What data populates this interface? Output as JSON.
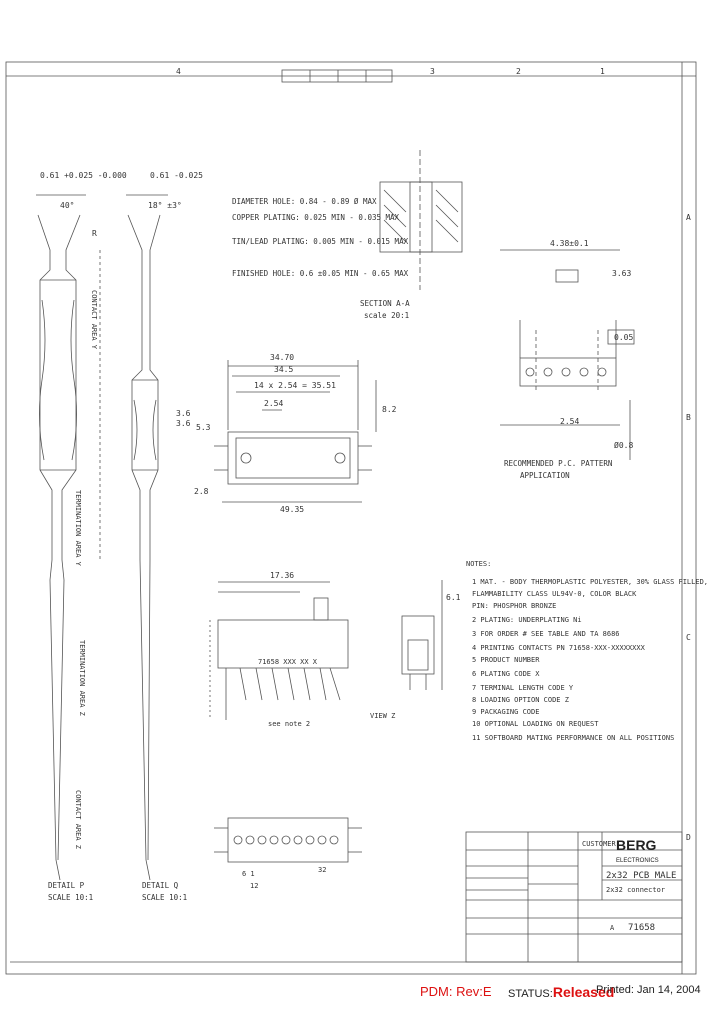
{
  "drawing": {
    "border_labels": {
      "top": [
        "4",
        "3",
        "2",
        "1"
      ],
      "right": [
        "A",
        "B",
        "C",
        "D"
      ]
    },
    "dims": {
      "d1": "0.61 +0.025 -0.000",
      "d2": "0.61 -0.025",
      "angle1": "40°",
      "angle2": "18° ±3°",
      "r": "R",
      "pitch1": "3.6",
      "pitch2": "3.6",
      "w1": "34.70",
      "w2": "34.5",
      "w3": "14 x 2.54 = 35.51",
      "w4": "2.54",
      "h1": "8.2",
      "h2": "5.3",
      "h3": "2.8",
      "w5": "49.35",
      "w6": "17.36",
      "h4": "6.1",
      "p1": "4.38±0.1",
      "p2": "3.63",
      "tol": "0.05",
      "p3": "2.54",
      "hole": "Ø0.8"
    },
    "section": {
      "title": "SECTION A-A",
      "scale": "scale 20:1"
    },
    "plating_notes": [
      "DIAMETER HOLE: 0.84 - 0.89 Ø MAX",
      "COPPER PLATING: 0.025 MIN - 0.035 MAX",
      "TIN/LEAD PLATING: 0.005 MIN - 0.015 MAX",
      "FINISHED HOLE: 0.6 ±0.05 MIN - 0.65 MAX"
    ],
    "pc_pattern": [
      "RECOMMENDED P.C. PATTERN",
      "APPLICATION"
    ],
    "areas": {
      "contact_area": "CONTACT AREA Z",
      "termination_area_z": "TERMINATION AREA Z",
      "termination_area_y": "TERMINATION AREA Y",
      "contact_area_y": "CONTACT AREA Y"
    },
    "details": {
      "p": [
        "DETAIL P",
        "SCALE 10:1"
      ],
      "q": [
        "DETAIL Q",
        "SCALE 10:1"
      ]
    },
    "notes_title": "NOTES:",
    "notes": [
      "1 MAT. - BODY THERMOPLASTIC POLYESTER, 30% GLASS FILLED,",
      "   FLAMMABILITY CLASS UL94V-0, COLOR BLACK",
      "   PIN: PHOSPHOR BRONZE",
      "2 PLATING: UNDERPLATING Ni",
      "3 FOR ORDER # SEE TABLE AND TA 8686",
      "4 PRINTING CONTACTS PN 71658-XXX-XXXXXXXX",
      "5 PRODUCT NUMBER",
      "6 PLATING CODE X",
      "7 TERMINAL LENGTH CODE Y",
      "8 LOADING OPTION CODE Z",
      "9 PACKAGING CODE",
      "10 OPTIONAL LOADING ON REQUEST",
      "11 SOFTBOARD MATING PERFORMANCE ON ALL POSITIONS"
    ],
    "side_view": {
      "part_label": "71658 XXX XX X",
      "see_note": "see note 2",
      "view": "VIEW Z"
    },
    "bottom_view": {
      "pin_left": "6 1",
      "pin_right": "32",
      "pin_num": "12"
    },
    "title_block": {
      "customer": "CUSTOMER",
      "logo": "BERG",
      "logo_sub": "ELECTRONICS",
      "title": "2x32 PCB MALE",
      "subtitle": "2x32 connector",
      "part_number": "71658",
      "size": "A"
    }
  },
  "footer": {
    "pdm": "PDM: Rev:E",
    "status_label": "STATUS:",
    "status_value": "Released",
    "printed": "Printed: Jan 14, 2004"
  }
}
